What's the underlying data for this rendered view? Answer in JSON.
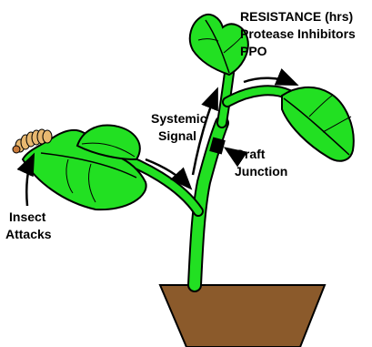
{
  "labels": {
    "resistance": {
      "line1": "RESISTANCE (hrs)",
      "line2": "Protease Inhibitors",
      "line3": "PPO"
    },
    "systemic_signal": {
      "line1": "Systemic",
      "line2": "Signal"
    },
    "graft_junction": {
      "line1": "Graft",
      "line2": "Junction"
    },
    "insect_attacks": {
      "line1": "Insect",
      "line2": "Attacks"
    }
  },
  "colors": {
    "plant_green": "#22e022",
    "pot_brown": "#8b5a2b",
    "outline": "#000000",
    "caterpillar": "#e8b870",
    "graft_block": "#000000"
  },
  "icons": [
    "caterpillar-icon",
    "flower-pot",
    "graft-junction-marker",
    "signal-arrow"
  ]
}
